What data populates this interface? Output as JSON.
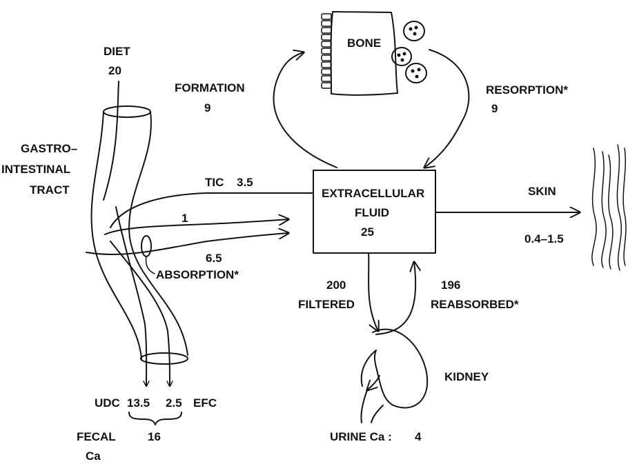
{
  "diet": {
    "label": "DIET",
    "value": "20"
  },
  "gi_tract": {
    "line1": "GASTRO–",
    "line2": "INTESTINAL",
    "line3": "TRACT"
  },
  "bone": {
    "label": "BONE"
  },
  "formation": {
    "label": "FORMATION",
    "value": "9"
  },
  "resorption": {
    "label": "RESORPTION*",
    "value": "9"
  },
  "ecf": {
    "line1": "EXTRACELLULAR",
    "line2": "FLUID",
    "value": "25"
  },
  "tic": {
    "label": "TIC",
    "value": "3.5"
  },
  "flow_1": {
    "value": "1"
  },
  "absorption": {
    "value": "6.5",
    "label": "ABSORPTION*"
  },
  "skin": {
    "label": "SKIN",
    "value": "0.4–1.5"
  },
  "filtered": {
    "value": "200",
    "label": "FILTERED"
  },
  "reabsorbed": {
    "value": "196",
    "label": "REABSORBED*"
  },
  "kidney": {
    "label": "KIDNEY"
  },
  "fecal": {
    "udc_label": "UDC",
    "udc_value": "13.5",
    "efc_value": "2.5",
    "efc_label": "EFC",
    "label_line1": "FECAL",
    "label_line2": "Ca",
    "total": "16"
  },
  "urine": {
    "label": "URINE Ca :",
    "value": "4"
  }
}
